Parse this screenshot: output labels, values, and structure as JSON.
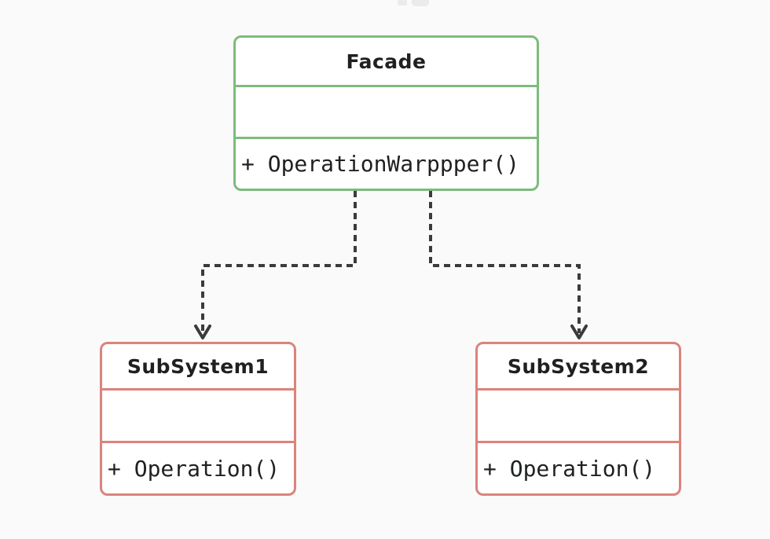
{
  "diagram": {
    "type": "uml-class-diagram",
    "pattern": "Facade",
    "background": "#fafafa",
    "colors": {
      "facade_border": "#7cbb7c",
      "subsystem_border": "#db837c",
      "arrow": "#3b3b3b",
      "text": "#1f2020",
      "box_fill": "#ffffff"
    },
    "classes": [
      {
        "id": "facade",
        "title": "Facade",
        "attributes": "",
        "method": "+ OperationWarppper()"
      },
      {
        "id": "subsystem1",
        "title": "SubSystem1",
        "attributes": "",
        "method": "+ Operation()"
      },
      {
        "id": "subsystem2",
        "title": "SubSystem2",
        "attributes": "",
        "method": "+ Operation()"
      }
    ],
    "relations": [
      {
        "from": "Facade",
        "to": "SubSystem1",
        "style": "dashed",
        "arrowhead": "open-v"
      },
      {
        "from": "Facade",
        "to": "SubSystem2",
        "style": "dashed",
        "arrowhead": "open-v"
      }
    ]
  }
}
